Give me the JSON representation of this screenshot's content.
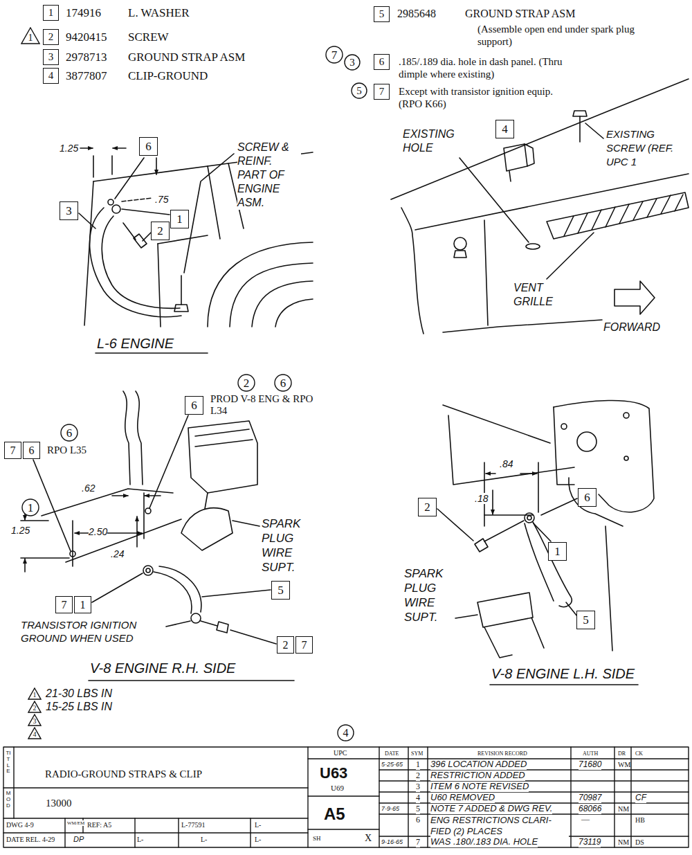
{
  "diagram": {
    "title": "RADIO-GROUND STRAPS & CLIP",
    "nodes": [
      {
        "text": [
          "1"
        ]
      },
      {
        "text": [
          "1"
        ]
      },
      {
        "text": [
          "2"
        ]
      },
      {
        "text": [
          "3"
        ]
      },
      {
        "text": [
          "4"
        ]
      },
      {
        "text": [
          "5"
        ]
      },
      {
        "text": [
          "7"
        ]
      },
      {
        "text": [
          "3"
        ]
      },
      {
        "text": [
          "6"
        ]
      },
      {
        "text": [
          "5"
        ]
      },
      {
        "text": [
          "7"
        ]
      },
      {
        "text": [
          "6"
        ]
      },
      {
        "text": [
          "3"
        ]
      },
      {
        "text": [
          "2"
        ]
      },
      {
        "text": [
          "1"
        ]
      },
      {
        "text": [
          "4"
        ]
      },
      {
        "text": [
          "2"
        ]
      },
      {
        "text": [
          "6"
        ]
      },
      {
        "text": [
          "6"
        ]
      },
      {
        "text": [
          "6"
        ]
      },
      {
        "text": [
          "7"
        ]
      },
      {
        "text": [
          "6"
        ]
      },
      {
        "text": [
          "1"
        ]
      },
      {
        "text": [
          "5"
        ]
      },
      {
        "text": [
          "7"
        ]
      },
      {
        "text": [
          "1"
        ]
      },
      {
        "text": [
          "2"
        ]
      },
      {
        "text": [
          "7"
        ]
      },
      {
        "text": [
          "2"
        ]
      },
      {
        "text": [
          "6"
        ]
      },
      {
        "text": [
          "1"
        ]
      },
      {
        "text": [
          "5"
        ]
      },
      {
        "text": [
          "1"
        ]
      },
      {
        "text": [
          "2"
        ]
      },
      {
        "text": [
          "3"
        ]
      },
      {
        "text": [
          "4"
        ]
      },
      {
        "text": [
          "4"
        ]
      }
    ],
    "labels": [
      "174916",
      "L. WASHER",
      "9420415",
      "SCREW",
      "2978713",
      "GROUND STRAP ASM",
      "3877807",
      "CLIP-GROUND",
      "2985648",
      "GROUND STRAP ASM",
      "(Assemble open end under spark plug support)",
      ".185/.189 dia. hole in dash panel. (Thru dimple where existing)",
      "Except with transistor ignition equip. (RPO K66)",
      "1.25",
      ".75",
      "SCREW & REINF. PART OF ENGINE ASM.",
      "L-6 ENGINE",
      "EXISTING HOLE",
      "EXISTING SCREW (REF. UPC 1",
      "VENT GRILLE",
      "FORWARD",
      "PROD V-8 ENG & RPO L34",
      "RPO L35",
      ".62",
      "1.25",
      "2.50",
      ".24",
      "SPARK PLUG WIRE SUPT.",
      "TRANSISTOR IGNITION GROUND WHEN USED",
      "V-8 ENGINE R.H. SIDE",
      ".84",
      ".18",
      "SPARK PLUG WIRE SUPT.",
      "V-8 ENGINE L.H. SIDE",
      "21-30 LBS IN",
      "15-25 LBS IN",
      "TITLE",
      "MOD",
      "13000",
      "DWG 4-9",
      "WM/EM",
      "REF: A5",
      "L-77591",
      "L-",
      "DATE REL. 4-29",
      "DP",
      "L-",
      "L-",
      "L-",
      "UPC",
      "U63",
      "U69",
      "A5",
      "SH",
      "X",
      "DATE",
      "SYM",
      "REVISION RECORD",
      "AUTH",
      "DR",
      "CK",
      "5-25-65",
      "1",
      "396 LOCATION ADDED",
      "71680",
      "WM",
      "2",
      "RESTRICTION ADDED",
      "3",
      "ITEM 6 NOTE REVISED",
      "4",
      "U60 REMOVED",
      "70987",
      "CF",
      "7-9-65",
      "5",
      "NOTE 7 ADDED & DWG REV.",
      "68066",
      "NM",
      "6",
      "ENG RESTRICTIONS CLARI- FIED (2) PLACES",
      "—",
      "HB",
      "9-16-65",
      "7",
      "WAS .180/.183 DIA. HOLE",
      "73119",
      "NM",
      "DS"
    ]
  }
}
